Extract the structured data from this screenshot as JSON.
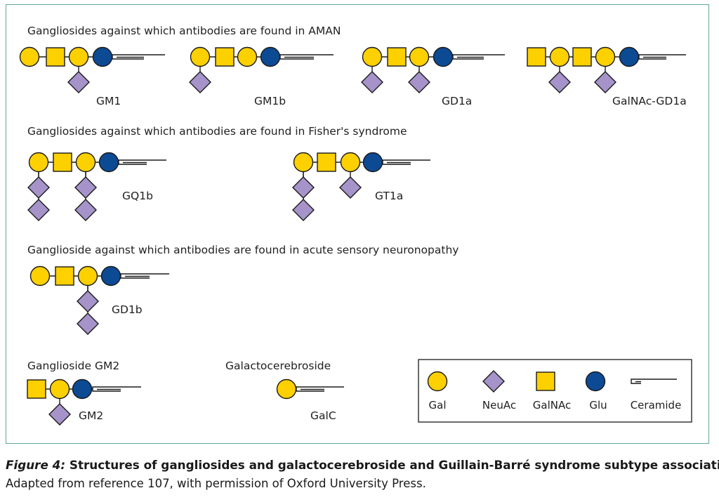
{
  "colors": {
    "gal": "#fdd000",
    "neuac": "#a593c9",
    "galnac": "#fdd000",
    "glu": "#0d4a94",
    "outline": "#1a1a1a",
    "frame": "#5fa69b"
  },
  "icons": {
    "gal": "yellow-circle",
    "neuac": "purple-diamond",
    "galnac": "yellow-square",
    "glu": "blue-circle",
    "ceramide": "double-line-tail"
  },
  "sections": {
    "aman": {
      "heading": "Gangliosides against which antibodies are found in AMAN",
      "structures": [
        {
          "label": "GM1"
        },
        {
          "label": "GM1b"
        },
        {
          "label": "GD1a"
        },
        {
          "label": "GalNAc-GD1a"
        }
      ]
    },
    "fisher": {
      "heading": "Gangliosides against which antibodies are found in Fisher's syndrome",
      "structures": [
        {
          "label": "GQ1b"
        },
        {
          "label": "GT1a"
        }
      ]
    },
    "sensory": {
      "heading": "Ganglioside against which antibodies are found in acute sensory neuronopathy",
      "structures": [
        {
          "label": "GD1b"
        }
      ]
    },
    "gm2": {
      "heading": "Ganglioside GM2",
      "structures": [
        {
          "label": "GM2"
        }
      ]
    },
    "galc": {
      "heading": "Galactocerebroside",
      "structures": [
        {
          "label": "GalC"
        }
      ]
    }
  },
  "legend": {
    "items": [
      {
        "key": "gal",
        "label": "Gal"
      },
      {
        "key": "neuac",
        "label": "NeuAc"
      },
      {
        "key": "galnac",
        "label": "GalNAc"
      },
      {
        "key": "glu",
        "label": "Glu"
      },
      {
        "key": "ceramide",
        "label": "Ceramide"
      }
    ]
  },
  "caption": {
    "figure_label": "Figure 4:",
    "title": " Structures of gangliosides and galactocerebroside and Guillain-Barré syndrome subtype associations",
    "credit": "Adapted from reference 107, with permission of Oxford University Press."
  }
}
